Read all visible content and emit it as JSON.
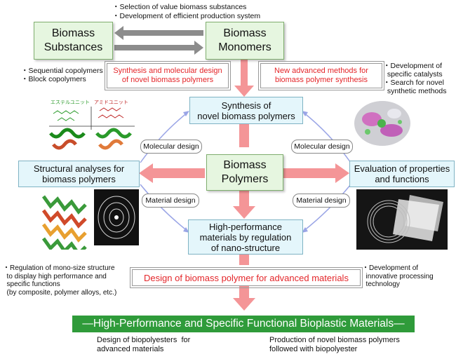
{
  "top_notes": [
    "・Selection of value biomass substances",
    "・Development of efficient production system"
  ],
  "boxes": {
    "substances": "Biomass\nSubstances",
    "monomers": "Biomass\nMonomers",
    "synthesis": "Synthesis of\nnovel biomass polymers",
    "polymers": "Biomass\nPolymers",
    "structural": "Structural analyses for\nbiomass polymers",
    "evaluation": "Evaluation of properties\nand functions",
    "high_perf": "High-performance\nmaterials by regulation\nof nano-structure"
  },
  "red_labels": {
    "synthesis_design": "Synthesis and molecular design\nof novel biomass polymers",
    "new_methods": "New advanced methods for\nbiomass polymer synthesis",
    "design_advanced": "Design of biomass polymer for advanced materials"
  },
  "pills": {
    "mol_left": "Molecular design",
    "mol_right": "Molecular design",
    "mat_left": "Material design",
    "mat_right": "Material design"
  },
  "notes": {
    "copolymers": "・Sequential copolymers\n・Block copolymers",
    "catalysts": "・Development of\n  specific catalysts\n・Search for novel\n  synthetic methods",
    "mono_size": "・Regulation of mono-size structure\n  to display high performance and\n  specific functions\n  (by composite, polymer alloys, etc.)",
    "processing": "・Development of\n  innovative processing\n  technology",
    "bio_left": "Design of biopolyesters  for\nadvanced materials",
    "bio_right": "Production of novel biomass polymers\nfollowed with biopolyester"
  },
  "bottom_bar": "—High-Performance and Specific Functional Bioplastic Materials—",
  "figure_labels": {
    "ester": "エステルユニット",
    "amide": "アミドユニット"
  },
  "colors": {
    "arrow_red": "#f49597",
    "arrow_gray": "#8c8c8c",
    "bar_green": "#2f9b3a",
    "connector_blue": "#9aa5e6"
  }
}
